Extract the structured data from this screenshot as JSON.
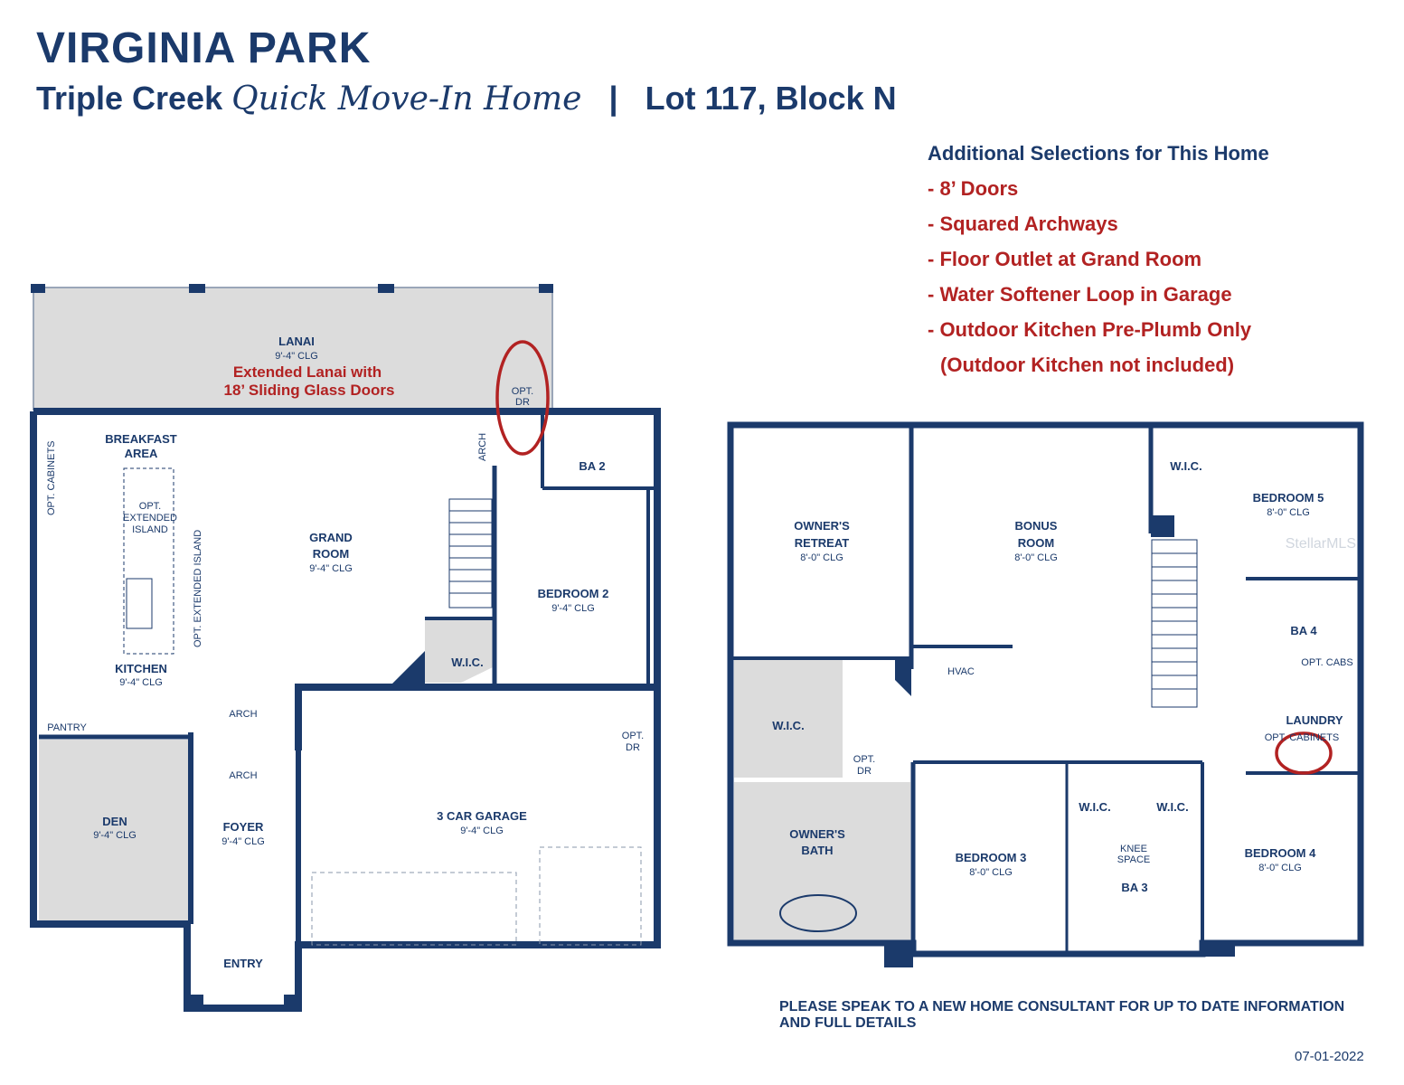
{
  "header": {
    "title": "VIRGINIA PARK",
    "model": "Triple Creek",
    "tagline": "Quick Move-In Home",
    "separator": "|",
    "lot": "Lot 117, Block N"
  },
  "selections": {
    "heading": "Additional Selections for This Home",
    "items": [
      "- 8’ Doors",
      "- Squared Archways",
      "- Floor Outlet at Grand Room",
      "- Water Softener Loop in Garage",
      "- Outdoor Kitchen Pre-Plumb Only",
      "(Outdoor Kitchen not included)"
    ]
  },
  "first_floor": {
    "lanai": {
      "name": "LANAI",
      "clg": "9'-4\" CLG",
      "note1": "Extended Lanai with",
      "note2": "18’ Sliding Glass Doors"
    },
    "opt_dr_top": [
      "OPT.",
      "DR"
    ],
    "breakfast": [
      "BREAKFAST",
      "AREA"
    ],
    "opt_cabinets": "OPT. CABINETS",
    "opt_extended_island": [
      "OPT.",
      "EXTENDED",
      "ISLAND"
    ],
    "opt_extended_island_v": "OPT. EXTENDED ISLAND",
    "arch_v": "ARCH",
    "ba2": "BA 2",
    "grand": {
      "l1": "GRAND",
      "l2": "ROOM",
      "clg": "9'-4\" CLG"
    },
    "bedroom2": {
      "name": "BEDROOM 2",
      "clg": "9'-4\" CLG"
    },
    "kitchen": {
      "name": "KITCHEN",
      "clg": "9'-4\" CLG"
    },
    "wic": "W.I.C.",
    "pantry": "PANTRY",
    "arch1": "ARCH",
    "arch2": "ARCH",
    "opt_dr_garage": [
      "OPT.",
      "DR"
    ],
    "den": {
      "name": "DEN",
      "clg": "9'-4\" CLG"
    },
    "foyer": {
      "name": "FOYER",
      "clg": "9'-4\" CLG"
    },
    "garage": {
      "name": "3 CAR GARAGE",
      "clg": "9'-4\" CLG"
    },
    "entry": "ENTRY"
  },
  "second_floor": {
    "owners_retreat": {
      "l1": "OWNER'S",
      "l2": "RETREAT",
      "clg": "8'-0\" CLG"
    },
    "bonus": {
      "l1": "BONUS",
      "l2": "ROOM",
      "clg": "8'-0\" CLG"
    },
    "wic_top": "W.I.C.",
    "bedroom5": {
      "name": "BEDROOM 5",
      "clg": "8'-0\" CLG"
    },
    "ba4": "BA 4",
    "hvac": "HVAC",
    "opt_cabs": "OPT. CABS",
    "laundry": "LAUNDRY",
    "opt_cabinets": "OPT. CABINETS",
    "wic_owner": "W.I.C.",
    "opt_dr": [
      "OPT.",
      "DR"
    ],
    "wic_b3": "W.I.C.",
    "wic_b4": "W.I.C.",
    "owners_bath": {
      "l1": "OWNER'S",
      "l2": "BATH"
    },
    "bedroom3": {
      "name": "BEDROOM 3",
      "clg": "8'-0\" CLG"
    },
    "knee": [
      "KNEE",
      "SPACE"
    ],
    "ba3": "BA 3",
    "bedroom4": {
      "name": "BEDROOM 4",
      "clg": "8'-0\" CLG"
    }
  },
  "watermark": "StellarMLS",
  "footer": {
    "note": "PLEASE SPEAK TO A NEW HOME CONSULTANT FOR UP TO DATE INFORMATION AND FULL DETAILS",
    "date": "07-01-2022"
  },
  "colors": {
    "wall": "#1b3a6b",
    "highlight": "#b22222",
    "shaded": "#dcdcdc"
  }
}
